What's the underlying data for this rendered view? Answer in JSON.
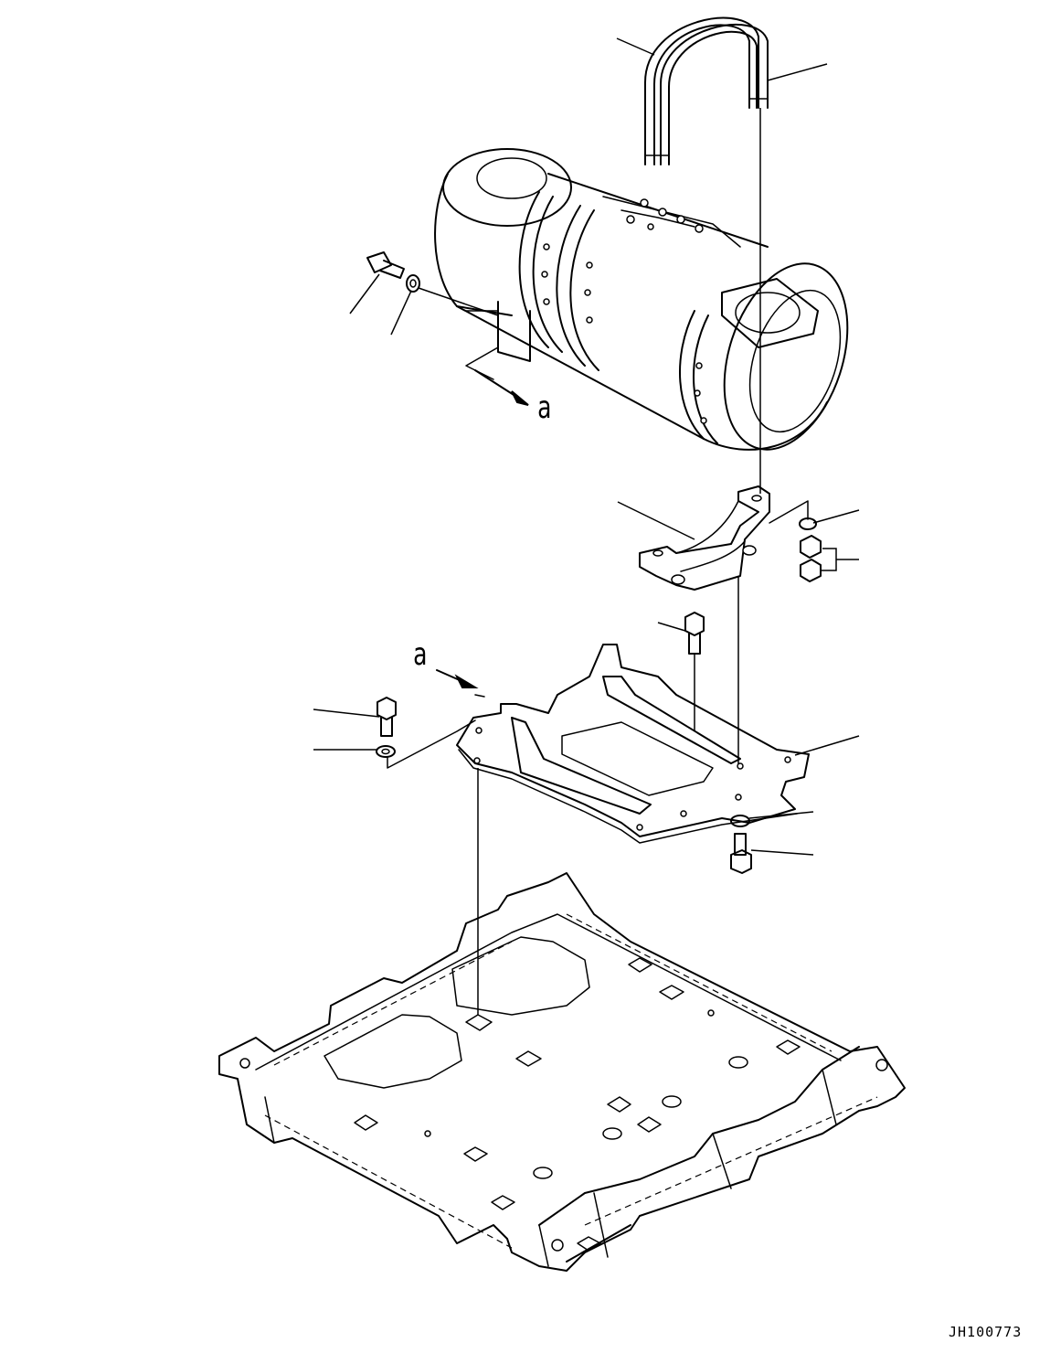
{
  "view_label_top": "a",
  "view_label_bottom": "a",
  "drawing_code": "JH100773"
}
